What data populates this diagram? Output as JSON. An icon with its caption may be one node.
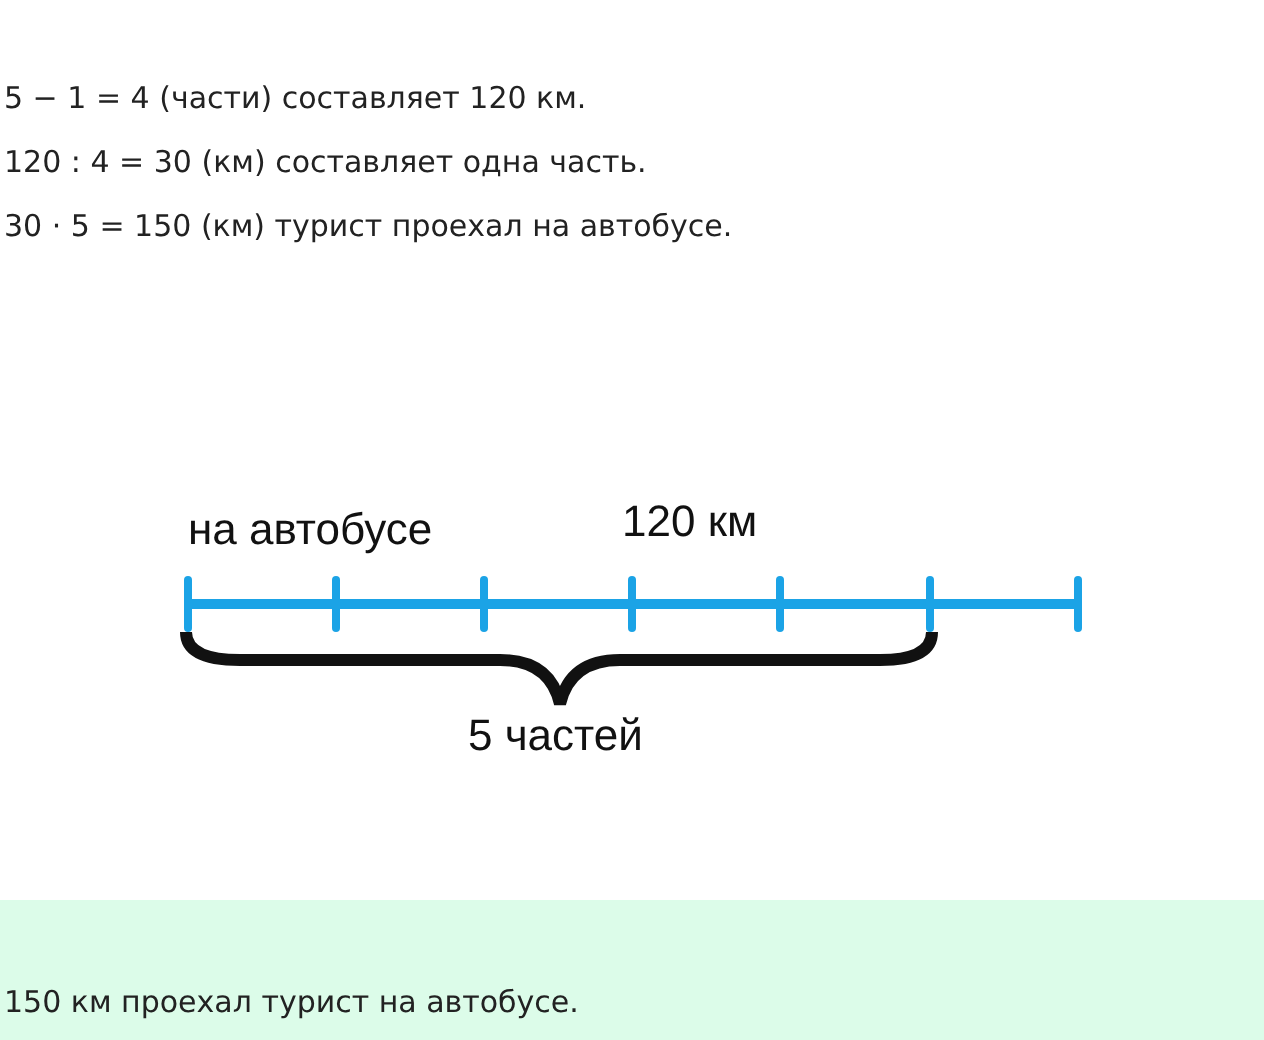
{
  "diagram": {
    "labels": [
      "5 − 1 = 4 (части) составляет 120 км.",
      "120 : 4 = 30 (км) составляет одна часть.",
      "30 · 5 = 150 (км) турист проехал на автобусе.",
      "на автобусе",
      "120 км",
      "5 частей",
      "150 км проехал турист на автобусе."
    ]
  }
}
